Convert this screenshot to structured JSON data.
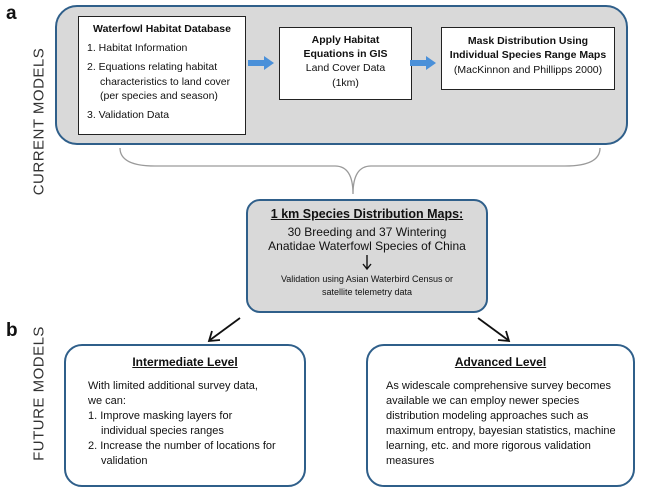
{
  "panels": {
    "a": "a",
    "b": "b"
  },
  "side_labels": {
    "current": "CURRENT MODELS",
    "future": "FUTURE MODELS"
  },
  "box1": {
    "title": "Waterfowl Habitat Database",
    "items": [
      "1. Habitat Information",
      "2. Equations relating  habitat characteristics to land cover (per species and season)",
      "3. Validation Data"
    ]
  },
  "box2": {
    "title": "Apply Habitat Equations in GIS",
    "line1": "Land Cover Data",
    "line2": "(1km)"
  },
  "box3": {
    "title": "Mask Distribution Using Individual Species Range Maps",
    "citation": "(MacKinnon and Phillipps 2000)"
  },
  "center": {
    "title": "1 km Species Distribution Maps:",
    "line1": "30 Breeding and 37 Wintering",
    "line2": "Anatidae Waterfowl Species of China",
    "validation": "Validation using Asian Waterbird Census or satellite telemetry data"
  },
  "intermediate": {
    "title": "Intermediate Level",
    "intro": "With limited additional survey data, we can:",
    "items": [
      "1. Improve masking layers for individual species ranges",
      "2. Increase the number of locations for validation"
    ]
  },
  "advanced": {
    "title": "Advanced Level",
    "text": "As widescale comprehensive survey becomes available we can employ newer species distribution modeling  approaches such as maximum entropy, bayesian statistics, machine learning, etc. and more rigorous validation measures"
  },
  "colors": {
    "panel_border": "#2f5f8a",
    "panel_fill": "#d9d9d9",
    "flow_arrow": "#4a90d9"
  }
}
